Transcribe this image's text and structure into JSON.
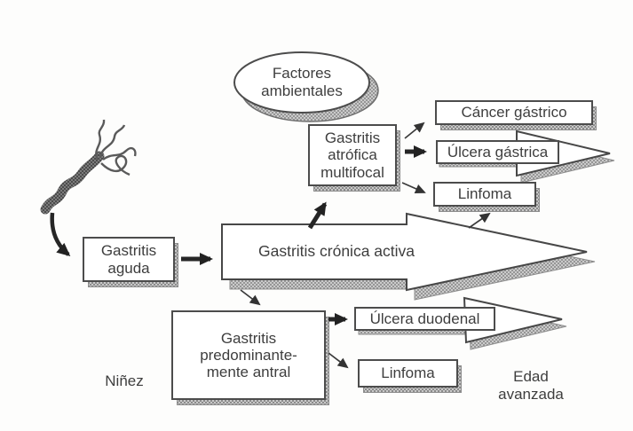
{
  "nodes": {
    "factores_ambientales": {
      "label": "Factores\nambientales"
    },
    "gastritis_aguda": {
      "label": "Gastritis\naguda"
    },
    "gastritis_cronica_activa": {
      "label": "Gastritis crónica activa"
    },
    "gastritis_atrofica_multifocal": {
      "label": "Gastritis\natrófica\nmultifocal"
    },
    "gastritis_antral": {
      "label": "Gastritis\npredominante-\nmente antral"
    },
    "cancer_gastrico": {
      "label": "Cáncer gástrico"
    },
    "ulcera_gastrica": {
      "label": "Úlcera gástrica"
    },
    "linfoma_superior": {
      "label": "Linfoma"
    },
    "ulcera_duodenal": {
      "label": "Úlcera duodenal"
    },
    "linfoma_inferior": {
      "label": "Linfoma"
    }
  },
  "timeline": {
    "left_label": "Niñez",
    "right_label": "Edad\navanzada"
  },
  "icons": {
    "bacterium": "h-pylori-bacterium-icon"
  },
  "colors": {
    "ink": "#3e3e3e",
    "box_border": "#4c4c4c",
    "shadow_gray": "#c9c9c9",
    "background": "#fdfdfc"
  }
}
